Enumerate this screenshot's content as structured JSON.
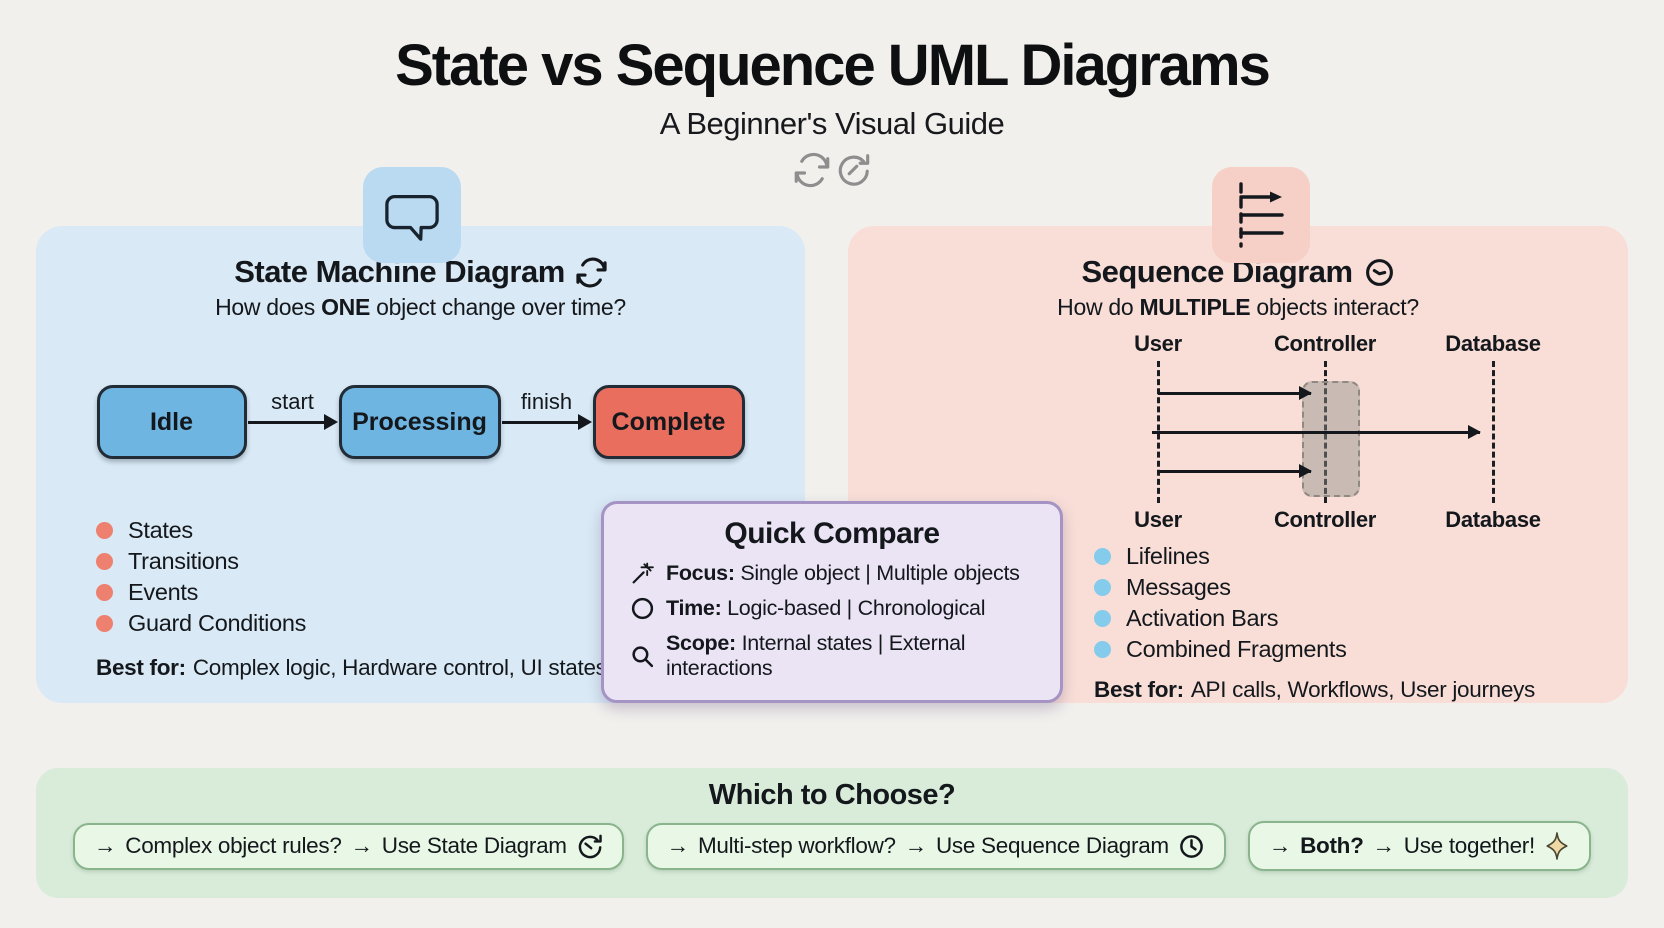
{
  "header": {
    "title": "State vs Sequence UML Diagrams",
    "subtitle": "A Beginner's Visual Guide",
    "icons": [
      "sync-icon",
      "clock-forward-icon"
    ]
  },
  "state_panel": {
    "badge_icon": "speech-bubble-icon",
    "heading": "State Machine Diagram",
    "heading_icon": "refresh-icon",
    "question": {
      "prefix": "How does ",
      "bold": "ONE",
      "suffix": " object change over time?"
    },
    "flow": {
      "states": [
        {
          "label": "Idle",
          "color": "#6fb5e1"
        },
        {
          "label": "Processing",
          "color": "#6fb5e1"
        },
        {
          "label": "Complete",
          "color": "#ea6e5e"
        }
      ],
      "transitions": [
        "start",
        "finish"
      ]
    },
    "features": [
      "States",
      "Transitions",
      "Events",
      "Guard Conditions"
    ],
    "bullet_color": "#ee8070",
    "best_for_label": "Best for:",
    "best_for": "Complex logic, Hardware control, UI states",
    "panel_color": "#d9e9f5"
  },
  "sequence_panel": {
    "badge_icon": "message-arrows-icon",
    "heading": "Sequence Diagram",
    "heading_icon": "clock-icon",
    "question": {
      "prefix": "How do ",
      "bold": "MULTIPLE",
      "suffix": " objects interact?"
    },
    "lifelines": [
      "User",
      "Controller",
      "Database"
    ],
    "features": [
      "Lifelines",
      "Messages",
      "Activation Bars",
      "Combined Fragments"
    ],
    "bullet_color": "#85cbec",
    "best_for_label": "Best for:",
    "best_for": "API calls, Workflows, User journeys",
    "panel_color": "#f8ded7"
  },
  "quick_compare": {
    "title": "Quick Compare",
    "rows": [
      {
        "icon": "wand-icon",
        "label": "Focus:",
        "text": "Single object | Multiple objects"
      },
      {
        "icon": "circle-icon",
        "label": "Time:",
        "text": "Logic-based | Chronological"
      },
      {
        "icon": "magnifier-icon",
        "label": "Scope:",
        "text": "Internal states | External interactions"
      }
    ],
    "box_color": "#ebe4f4",
    "border_color": "#a493c3"
  },
  "chooser": {
    "title": "Which to Choose?",
    "panel_color": "#d9ecda",
    "options": [
      {
        "arrow": "→",
        "question": "Complex object rules?",
        "arrow2": "→",
        "answer": "Use State Diagram",
        "icon": "history-icon"
      },
      {
        "arrow": "→",
        "question": "Multi-step workflow?",
        "arrow2": "→",
        "answer": "Use Sequence Diagram",
        "icon": "clock-icon"
      },
      {
        "arrow": "→",
        "question": "Both?",
        "arrow2": "→",
        "answer": "Use together!",
        "icon": "sparkle-icon"
      }
    ]
  }
}
